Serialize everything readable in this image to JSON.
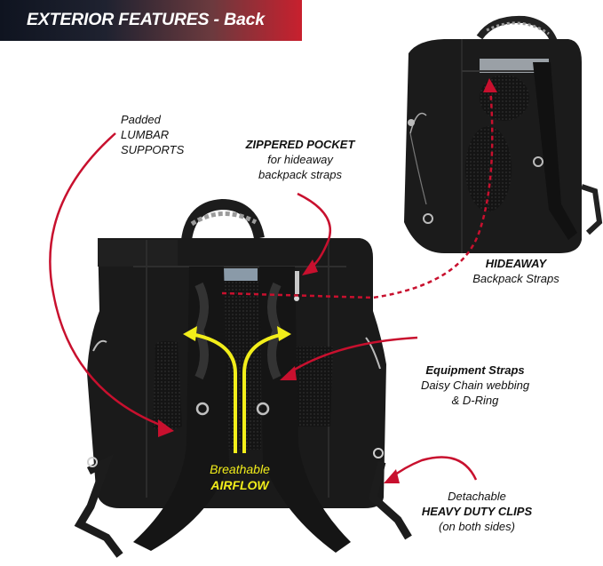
{
  "banner": {
    "title": "EXTERIOR FEATURES - Back"
  },
  "callouts": {
    "lumbar": {
      "line1": "Padded",
      "line2": "LUMBAR",
      "line3": "SUPPORTS"
    },
    "zippered_pocket": {
      "title": "ZIPPERED POCKET",
      "line1": "for hideaway",
      "line2": "backpack straps"
    },
    "hideaway": {
      "title": "HIDEAWAY",
      "line1": "Backpack Straps"
    },
    "equipment_straps": {
      "title": "Equipment Straps",
      "line1": "Daisy Chain webbing",
      "line2": "& D-Ring"
    },
    "clips": {
      "line1": "Detachable",
      "title": "HEAVY DUTY CLIPS",
      "line2": "(on both sides)"
    },
    "airflow": {
      "line1": "Breathable",
      "title": "AIRFLOW"
    }
  },
  "colors": {
    "arrow_red": "#c8102e",
    "airflow_yellow": "#f2ee1a",
    "bag_black": "#1a1a1a"
  },
  "icons": {
    "arrows": [
      "red-curved-arrow-lumbar",
      "red-curved-arrow-pocket",
      "red-dotted-arrow-hideaway",
      "red-curved-arrow-straps",
      "red-curved-arrow-clips",
      "yellow-airflow-arrows"
    ]
  }
}
